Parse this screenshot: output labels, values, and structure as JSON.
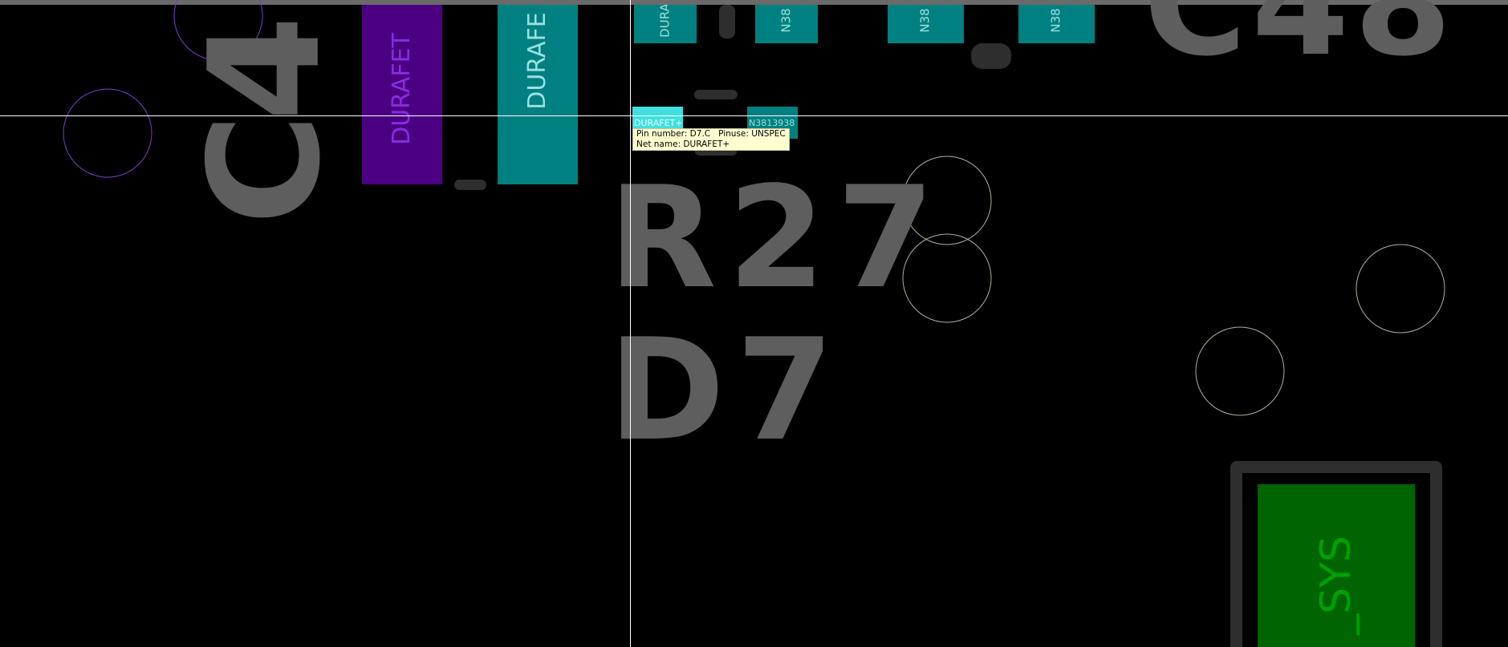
{
  "colors": {
    "background": "#000000",
    "silkscreen": "#5e5e5e",
    "pad_teal": "#008080",
    "pad_teal_highlight": "#40e0e0",
    "pad_purple": "#4b0082",
    "pad_green": "#006400",
    "pad_label_teal": "#7fd8d8",
    "pad_label_purple": "#8a2be2",
    "pad_label_green": "#00a000",
    "via_purple": "#7a3ec8",
    "via_gray": "#b0b0a0",
    "crosshair": "#ffffff",
    "tooltip_bg": "#ffffd0"
  },
  "silkscreen": {
    "r27": "R27",
    "d7": "D7",
    "c4": "C4",
    "c48": "C48"
  },
  "pads": {
    "purple_large": "DURAFET",
    "teal_large": "DURAFE",
    "top_small_1": "DURA",
    "top_small_2": "N38",
    "top_small_3": "N38",
    "top_small_4": "N38",
    "highlighted": "DURAFET+",
    "right_of_highlight": "N3813938",
    "green_large": "_SYS"
  },
  "tooltip": {
    "line1": "Pin number: D7.C   Pinuse: UNSPEC",
    "line2": "Net name: DURAFET+"
  },
  "icons": {
    "via": "circle-outline",
    "crosshair": "crosshair-cursor"
  }
}
